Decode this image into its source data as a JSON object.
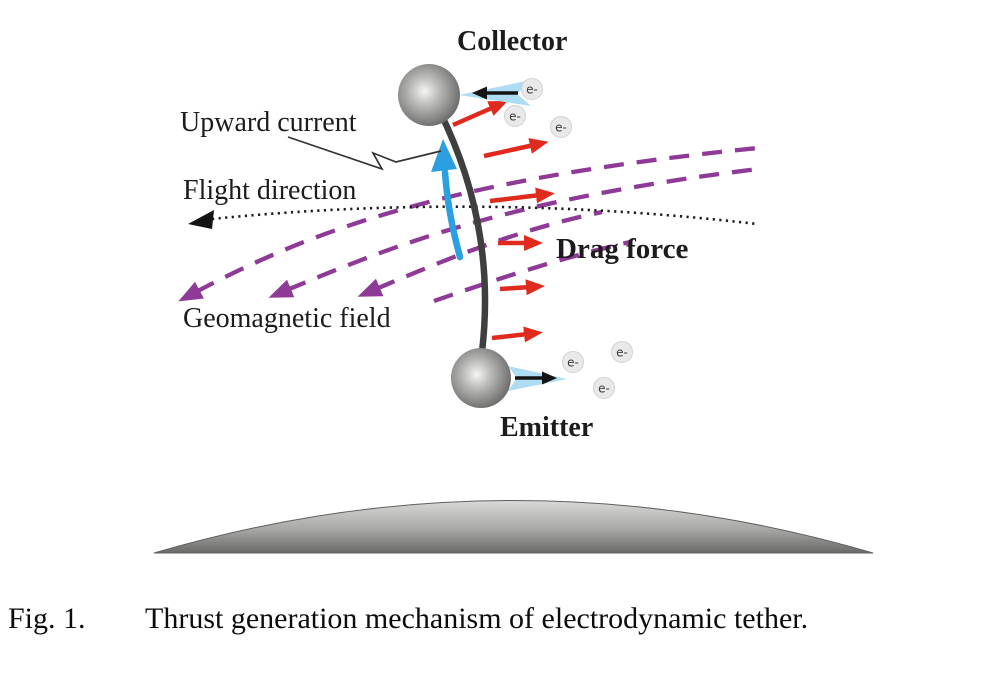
{
  "figure": {
    "caption": {
      "label": "Fig. 1.",
      "text": "Thrust generation mechanism of electrodynamic tether."
    }
  },
  "diagram": {
    "collector_label": "Collector",
    "emitter_label": "Emitter",
    "upward_current_label": "Upward current",
    "flight_direction_label": "Flight direction",
    "drag_force_label": "Drag force",
    "geomagnetic_field_label": "Geomagnetic field",
    "electron_symbol": "e-",
    "electron_count_collector": 3,
    "electron_count_emitter": 3,
    "field_line_count": 4,
    "drag_arrow_count": 6,
    "colors": {
      "geomagnetic_field": "#8e3a96",
      "drag_force_arrow": "#e02a1e",
      "drag_force_text": "#d5291e",
      "upward_current_arrow": "#2b9fdf",
      "electron_jet": "#aedcf2",
      "tether": "#3f3f3f",
      "label_text": "#1c1c1c"
    }
  }
}
